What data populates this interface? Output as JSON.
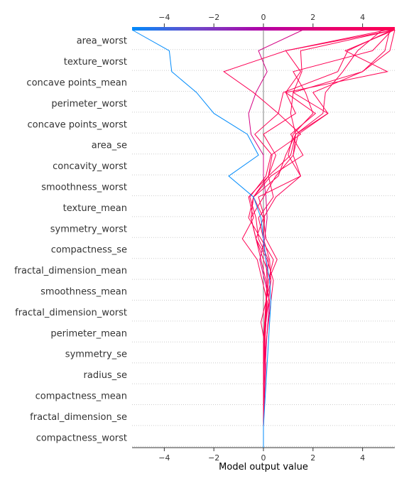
{
  "chart_data": {
    "type": "line",
    "title": "",
    "xlabel": "Model output value",
    "ylabel": "",
    "xlim": [
      -5.3,
      5.3
    ],
    "x_ticks": [
      -4,
      -2,
      0,
      2,
      4
    ],
    "x_tick_labels": [
      "−4",
      "−2",
      "0",
      "2",
      "4"
    ],
    "base_value": 0,
    "features": [
      "area_worst",
      "texture_worst",
      "concave points_mean",
      "perimeter_worst",
      "concave points_worst",
      "area_se",
      "concavity_worst",
      "smoothness_worst",
      "texture_mean",
      "symmetry_worst",
      "compactness_se",
      "fractal_dimension_mean",
      "smoothness_mean",
      "fractal_dimension_worst",
      "perimeter_mean",
      "symmetry_se",
      "radius_se",
      "compactness_mean",
      "fractal_dimension_se",
      "compactness_worst"
    ],
    "colormap": [
      "#008bfb",
      "#7047c8",
      "#b300a6",
      "#e8006e",
      "#ff0052"
    ],
    "grid": "dotted horizontal rows",
    "colorbar_position": "top",
    "series": [
      {
        "values": [
          0,
          0,
          0.02,
          0.05,
          0.08,
          0.12,
          0.18,
          0.25,
          0.05,
          -0.15,
          0.05,
          0.15,
          0.1,
          0,
          0,
          -0.5,
          -0.6,
          -0.3,
          0.15,
          -0.2,
          1.6
        ]
      },
      {
        "values": [
          0,
          0,
          0.03,
          0.06,
          0.1,
          0.05,
          -0.1,
          0.1,
          0.3,
          0,
          -0.3,
          -0.5,
          -0.4,
          0.6,
          0.9,
          1.3,
          1.1,
          1.2,
          1.55,
          1.5,
          5.3
        ]
      },
      {
        "values": [
          0,
          0,
          0,
          0,
          0,
          0,
          0.05,
          0.25,
          0.1,
          -0.1,
          -0.3,
          0,
          0.5,
          1.5,
          1.2,
          1.3,
          2.4,
          2.5,
          3.2,
          3.8,
          4.8
        ]
      },
      {
        "values": [
          0,
          0,
          0,
          0.01,
          0.02,
          0.04,
          0.06,
          0.12,
          0.2,
          0.55,
          0.1,
          0,
          -0.4,
          0.2,
          1.1,
          1.3,
          2.6,
          2.0,
          4.0,
          5.1,
          5.3
        ]
      },
      {
        "values": [
          0,
          0,
          0,
          0.02,
          0.04,
          0.1,
          0.2,
          0.3,
          0.4,
          0.15,
          -0.3,
          -0.5,
          0,
          0.5,
          1.2,
          1.4,
          2.6,
          1.2,
          4.0,
          4.9,
          5.1
        ]
      },
      {
        "values": [
          0,
          0,
          0,
          0,
          0.01,
          0.03,
          0.05,
          0.1,
          0.15,
          0.1,
          0,
          0.05,
          -0.2,
          1.5,
          1.0,
          1.2,
          2.0,
          1.7,
          1.2,
          4.4,
          5.2
        ]
      },
      {
        "values": [
          0,
          0,
          0,
          0.01,
          0.02,
          0.05,
          0.08,
          0.12,
          0.2,
          0.4,
          -0.1,
          -0.6,
          -0.4,
          0.3,
          1.6,
          1.1,
          2.1,
          0.9,
          5.0,
          3.3,
          5.3
        ]
      },
      {
        "values": [
          0,
          0,
          0,
          0.01,
          0.03,
          0.06,
          0.1,
          0.15,
          -0.05,
          -0.25,
          -0.85,
          -0.4,
          -0.6,
          0.2,
          0.5,
          0,
          1.3,
          0.9,
          1.5,
          0.9,
          5.3
        ]
      },
      {
        "values": [
          0,
          0,
          0,
          0.01,
          0.02,
          0.04,
          0.07,
          0.1,
          0.15,
          0.2,
          -0.2,
          -0.3,
          -0.55,
          0.1,
          0.3,
          1.5,
          0.6,
          0.8,
          3.0,
          3.4,
          5.2
        ]
      },
      {
        "values": [
          0,
          0,
          0,
          0.01,
          0.02,
          0.05,
          0.1,
          0.2,
          0.3,
          0.25,
          0,
          -0.2,
          0.4,
          0.2,
          0.35,
          -0.35,
          0.6,
          -0.4,
          -1.6,
          0.9,
          5.0
        ]
      },
      {
        "values": [
          0,
          0,
          0.05,
          0.1,
          0.15,
          0.2,
          0.25,
          0.3,
          0.25,
          0.1,
          0,
          -0.1,
          -0.4,
          -1.4,
          -0.2,
          -0.65,
          -2.0,
          -2.7,
          -3.7,
          -3.8,
          -5.3
        ]
      }
    ]
  }
}
